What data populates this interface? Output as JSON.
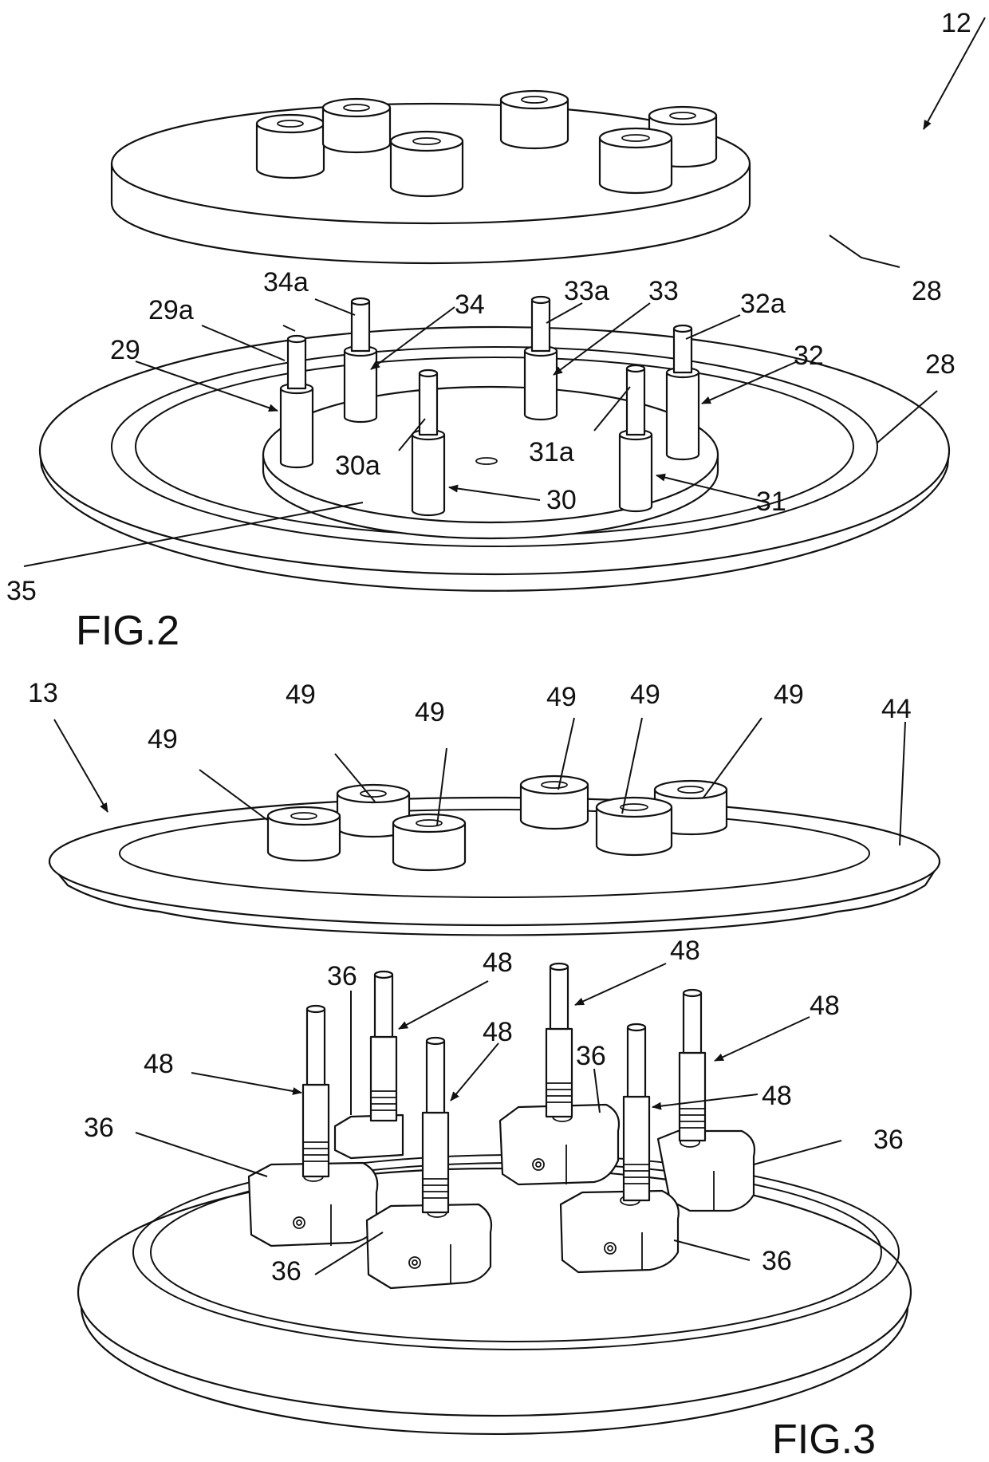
{
  "fig2": {
    "caption": "FIG.2",
    "labels": {
      "assembly": "12",
      "upper_plate": "28",
      "lower_plate": "28",
      "pin_29a": "29a",
      "pin_29": "29",
      "pin_30a": "30a",
      "pin_30": "30",
      "pin_31a": "31a",
      "pin_31": "31",
      "pin_32a": "32a",
      "pin_32": "32",
      "pin_33a": "33a",
      "pin_33": "33",
      "pin_34a": "34a",
      "pin_34": "34",
      "center_plate": "35"
    }
  },
  "fig3": {
    "caption": "FIG.3",
    "labels": {
      "assembly": "13",
      "upper_plate": "44",
      "bushing": "49",
      "pin": "48",
      "block": "36"
    }
  }
}
